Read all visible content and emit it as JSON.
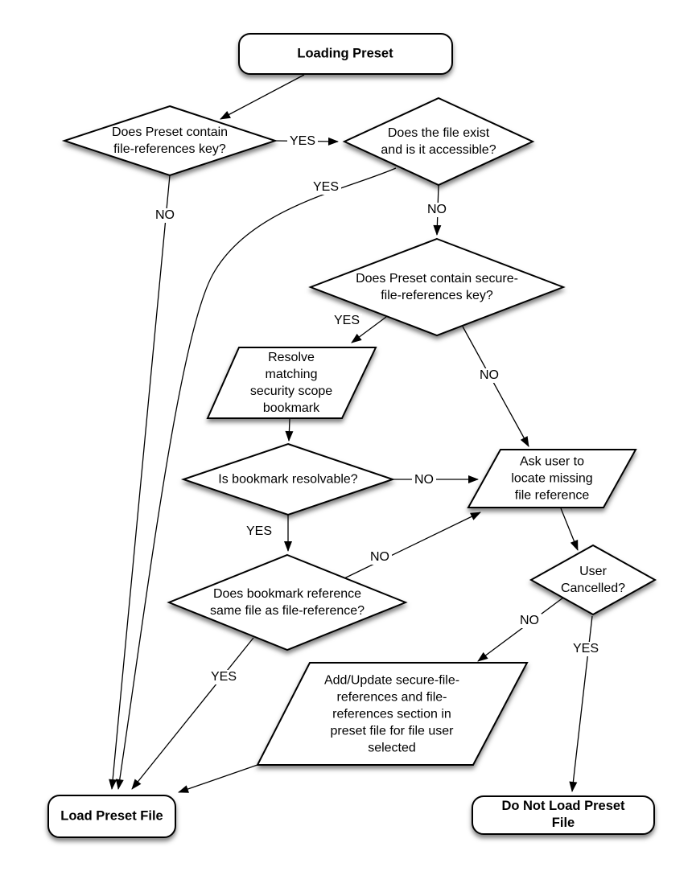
{
  "diagram": {
    "type": "flowchart",
    "background_color": "#ffffff",
    "shape_fill_color": "#ffffff",
    "shape_stroke_color": "#000000",
    "text_color": "#000000",
    "nodes": {
      "loading_preset": {
        "shape": "rounded-rect",
        "label": "Loading Preset"
      },
      "has_file_references": {
        "shape": "diamond",
        "label": "Does Preset contain\nfile-references key?"
      },
      "file_exists": {
        "shape": "diamond",
        "label": "Does the file exist\nand is it accessible?"
      },
      "has_secure_file_references": {
        "shape": "diamond",
        "label": "Does Preset contain secure-\nfile-references key?"
      },
      "resolve_bookmark": {
        "shape": "parallelogram",
        "label": "Resolve\nmatching\nsecurity scope\nbookmark"
      },
      "bookmark_resolvable": {
        "shape": "diamond",
        "label": "Is bookmark resolvable?"
      },
      "bookmark_same_file": {
        "shape": "diamond",
        "label": "Does bookmark reference\nsame file as file-reference?"
      },
      "ask_user_locate": {
        "shape": "parallelogram",
        "label": "Ask user to\nlocate missing\nfile reference"
      },
      "user_cancelled": {
        "shape": "diamond",
        "label": "User\nCancelled?"
      },
      "add_update_references": {
        "shape": "parallelogram",
        "label": "Add/Update secure-file-\nreferences and file-\nreferences section in\npreset file for file user\nselected"
      },
      "load_preset_file": {
        "shape": "rounded-rect",
        "label": "Load Preset File"
      },
      "do_not_load_preset_file": {
        "shape": "rounded-rect",
        "label": "Do Not Load Preset File"
      }
    },
    "edge_labels": {
      "file_references_yes": "YES",
      "file_references_no": "NO",
      "file_exists_yes": "YES",
      "file_exists_no": "NO",
      "secure_refs_yes": "YES",
      "secure_refs_no": "NO",
      "resolvable_no": "NO",
      "resolvable_yes": "YES",
      "same_file_no": "NO",
      "same_file_yes": "YES",
      "cancelled_no": "NO",
      "cancelled_yes": "YES"
    }
  }
}
